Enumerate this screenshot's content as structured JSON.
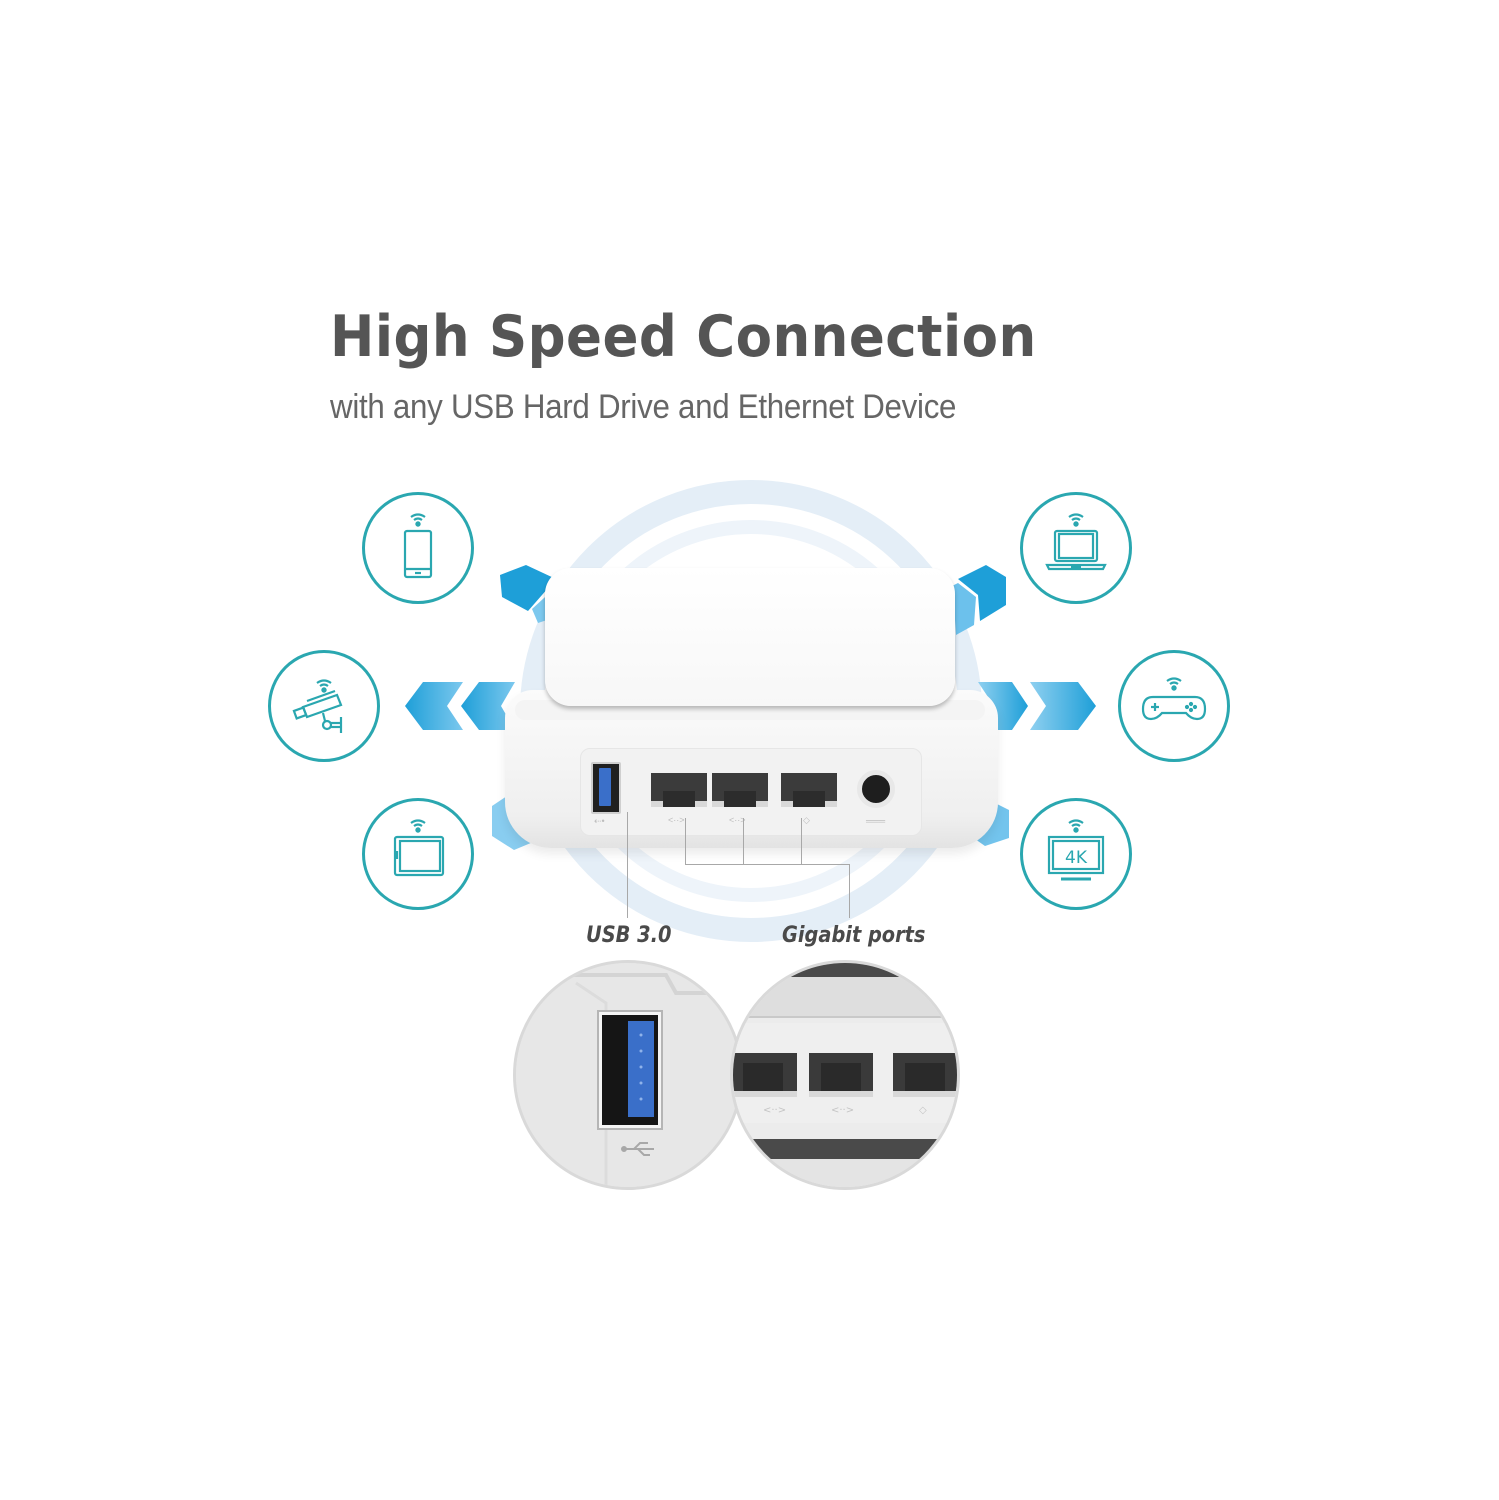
{
  "header": {
    "title": "High Speed Connection",
    "subtitle": "with any USB Hard Drive and Ethernet Device"
  },
  "colors": {
    "accent_teal": "#2aa7b0",
    "arrow_blue": "#1e9fd8",
    "title_gray": "#555555",
    "halo_blue": "#e4eef7"
  },
  "devices": {
    "left": [
      {
        "name": "smartphone",
        "icon": "smartphone-icon",
        "wifi": true
      },
      {
        "name": "security-camera",
        "icon": "security-camera-icon",
        "wifi": true
      },
      {
        "name": "tablet",
        "icon": "tablet-icon",
        "wifi": true
      }
    ],
    "right": [
      {
        "name": "laptop",
        "icon": "laptop-icon",
        "wifi": true
      },
      {
        "name": "game-controller",
        "icon": "game-controller-icon",
        "wifi": true
      },
      {
        "name": "4k-tv",
        "icon": "tv-4k-icon",
        "wifi": true,
        "label": "4K"
      }
    ]
  },
  "router": {
    "ports": [
      {
        "type": "usb",
        "icon": "usb-icon"
      },
      {
        "type": "ethernet",
        "label_glyph": "<··>"
      },
      {
        "type": "ethernet",
        "label_glyph": "<··>"
      },
      {
        "type": "ethernet",
        "label_glyph": "◇"
      },
      {
        "type": "dc-power",
        "label_glyph": "═══"
      }
    ]
  },
  "callouts": {
    "usb": "USB 3.0",
    "gigabit": "Gigabit ports"
  },
  "details": {
    "usb_symbol": "⭠•⭢",
    "ethernet_glyphs": [
      "<··>",
      "<··>",
      "◇"
    ]
  }
}
